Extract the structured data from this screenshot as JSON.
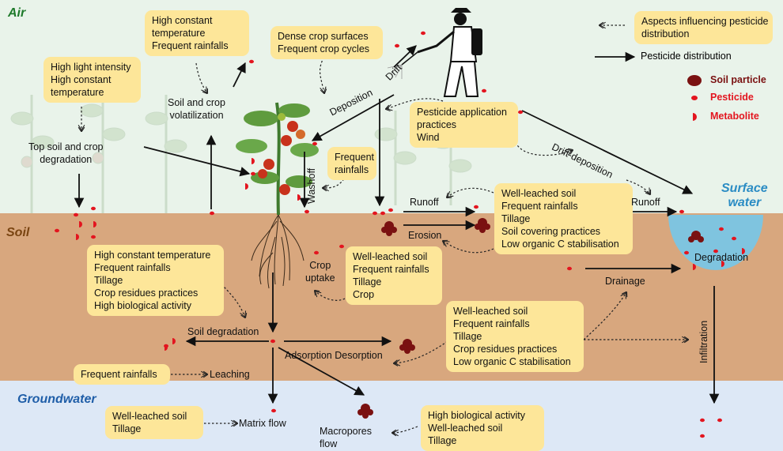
{
  "zones": {
    "air": "Air",
    "soil": "Soil",
    "groundwater": "Groundwater",
    "surface_water": [
      "Surface",
      "water"
    ]
  },
  "colors": {
    "air_bg": "#e9f3ea",
    "soil_bg": "#d8a77e",
    "groundwater_bg": "#dde8f6",
    "surface_water": "#7fc4df",
    "box_fill": "#fde699",
    "pesticide_red": "#e3151f",
    "soil_particle": "#7a1111",
    "air_label": "#1e7a2b",
    "soil_label": "#7a4512",
    "water_label": "#1f5ea8",
    "surface_label": "#2b8cc4"
  },
  "legend": {
    "aspects": [
      "Aspects influencing pesticide",
      "distribution"
    ],
    "distribution": "Pesticide distribution",
    "soil_particle": "Soil particle",
    "pesticide": "Pesticide",
    "metabolite": "Metabolite"
  },
  "boxes": {
    "high_temp_rain": [
      "High constant",
      "temperature",
      "Frequent rainfalls"
    ],
    "light_temp": [
      "High light intensity",
      "High constant",
      "temperature"
    ],
    "dense_crop": [
      "Dense crop surfaces",
      "Frequent crop cycles"
    ],
    "application": [
      "Pesticide application",
      "practices",
      "Wind"
    ],
    "frequent_rainfalls_washoff": [
      "Frequent",
      "rainfalls"
    ],
    "runoff_factors": [
      "Well-leached soil",
      "Frequent rainfalls",
      "Tillage",
      "Soil covering practices",
      "Low organic C stabilisation"
    ],
    "soil_degradation_factors": [
      "High constant temperature",
      "Frequent rainfalls",
      "Tillage",
      "Crop residues practices",
      "High biological activity"
    ],
    "crop_uptake_factors": [
      "Well-leached soil",
      "Frequent rainfalls",
      "Tillage",
      "Crop"
    ],
    "adsorption_factors": [
      "Well-leached soil",
      "Frequent rainfalls",
      "Tillage",
      "Crop residues practices",
      "Low organic C stabilisation"
    ],
    "leaching_factor": [
      "Frequent rainfalls"
    ],
    "matrix_factors": [
      "Well-leached soil",
      "Tillage"
    ],
    "macropore_factors": [
      "High biological activity",
      "Well-leached soil",
      "Tillage"
    ]
  },
  "labels": {
    "soil_crop_volatilization": [
      "Soil and crop",
      "volatilization"
    ],
    "top_soil_degradation": [
      "Top soil and crop",
      "degradation"
    ],
    "deposition": "Deposition",
    "drift": "Drift",
    "drift_deposition": "Drift-deposition",
    "washoff": "Washoff",
    "runoff_left": "Runoff",
    "runoff_right": "Runoff",
    "erosion": "Erosion",
    "crop_uptake": [
      "Crop",
      "uptake"
    ],
    "degradation_water": "Degradation",
    "drainage": "Drainage",
    "soil_degradation": "Soil degradation",
    "adsorption_desorption": "Adsorption Desorption",
    "leaching": "Leaching",
    "infiltration": "Infiltration",
    "matrix_flow": "Matrix flow",
    "macropores_flow": [
      "Macropores",
      "flow"
    ]
  }
}
